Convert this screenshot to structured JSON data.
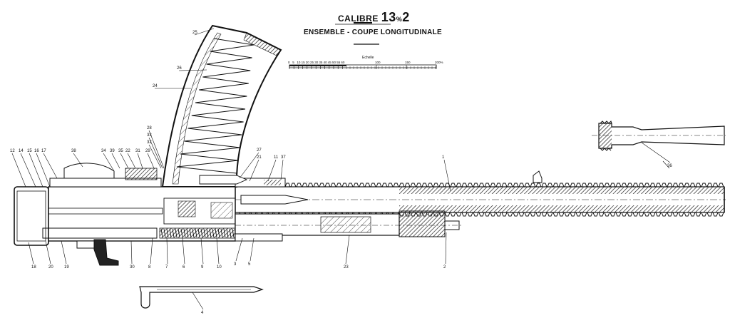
{
  "title": {
    "line1_prefix": "CALIBRE",
    "line1_value": "13",
    "line1_unit": "%",
    "line1_suffix": "2",
    "line2": "ENSEMBLE - COUPE LONGITUDINALE"
  },
  "scale": {
    "label": "Echelle",
    "ticks": [
      "0",
      "5",
      "10",
      "15",
      "20",
      "25",
      "30",
      "35",
      "40",
      "45",
      "50",
      "55",
      "60",
      "100",
      "150",
      "200%"
    ]
  },
  "callouts": [
    "1",
    "2",
    "3",
    "4",
    "5",
    "6",
    "7",
    "8",
    "9",
    "10",
    "11",
    "12",
    "14",
    "15",
    "16",
    "17",
    "18",
    "19",
    "20",
    "21",
    "22",
    "23",
    "24",
    "25",
    "26",
    "27",
    "28",
    "29",
    "30",
    "31",
    "32",
    "33",
    "34",
    "35",
    "36",
    "37",
    "38",
    "39"
  ]
}
